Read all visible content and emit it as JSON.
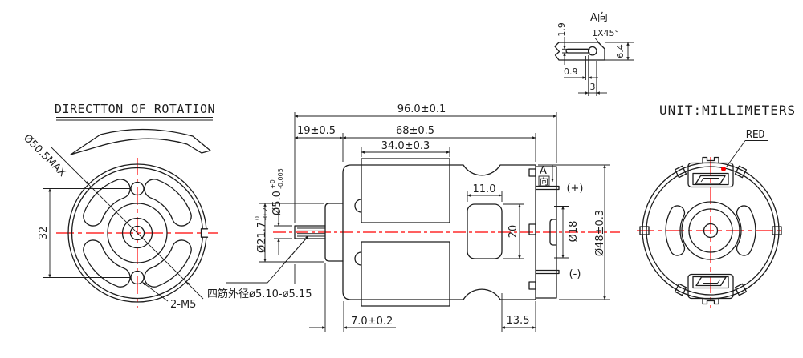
{
  "titles": {
    "rotation": "DIRECTTON OF ROTATION",
    "unit": "UNIT:MILLIMETERS"
  },
  "front": {
    "diameter": "Ø50.5MAX",
    "hole_pitch": "32",
    "holes": "2-M5"
  },
  "side": {
    "overall": "96.0±0.1",
    "shaft_ext": "19±0.5",
    "body": "68±0.5",
    "stack": "34.0±0.3",
    "shaft_dia": "Ø5.0",
    "shaft_tol_up": "+0",
    "shaft_tol_dn": "-0.005",
    "boss_dia": "Ø21.7",
    "boss_tol_up": "0",
    "boss_tol_dn": "-0.2",
    "boss_len": "7.0±0.2",
    "bell_len": "13.5",
    "vent_w": "11.0",
    "vent_h": "20",
    "hub_dia": "Ø18",
    "case_dia": "Ø48±0.3",
    "rib_note": "四筋外径ø5.10-ø5.15",
    "view_a": "A",
    "view_dir": "向",
    "plus": "(+)",
    "minus": "(-)"
  },
  "rear": {
    "red": "RED"
  },
  "detail": {
    "view_label": "A向",
    "thickness": "1.9",
    "chamfer": "1X45°",
    "height": "6.4",
    "edge_offset": "0.9",
    "hole_offset": "3"
  },
  "colors": {
    "line": "#1d1d1d",
    "accent": "#ff0000",
    "background": "#ffffff"
  }
}
